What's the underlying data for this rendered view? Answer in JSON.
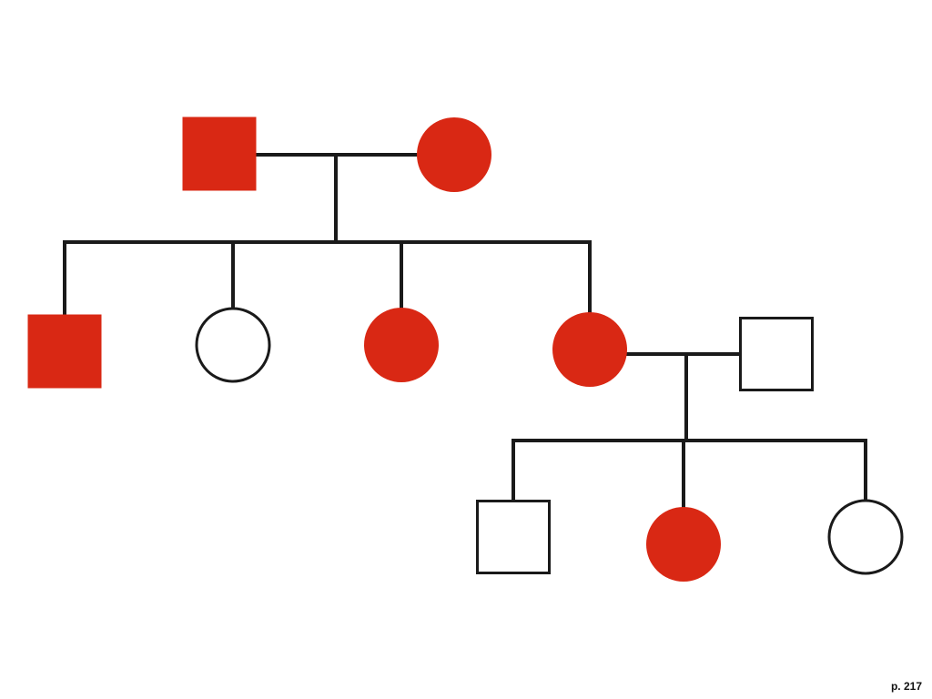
{
  "page": {
    "number_label": "p. 217"
  },
  "colors": {
    "affected": "#d92814",
    "unaffected": "#ffffff",
    "line": "#1a1a1a"
  },
  "pedigree": {
    "generations": [
      {
        "index": 1,
        "individuals": [
          {
            "id": "g1-father",
            "sex": "male",
            "affected": true
          },
          {
            "id": "g1-mother",
            "sex": "female",
            "affected": true
          }
        ]
      },
      {
        "index": 2,
        "individuals": [
          {
            "id": "g2-son",
            "sex": "male",
            "affected": true
          },
          {
            "id": "g2-daughter-1",
            "sex": "female",
            "affected": false
          },
          {
            "id": "g2-daughter-2",
            "sex": "female",
            "affected": true
          },
          {
            "id": "g2-daughter-3",
            "sex": "female",
            "affected": true
          },
          {
            "id": "g2-spouse",
            "sex": "male",
            "affected": false
          }
        ]
      },
      {
        "index": 3,
        "individuals": [
          {
            "id": "g3-son",
            "sex": "male",
            "affected": false
          },
          {
            "id": "g3-daughter-1",
            "sex": "female",
            "affected": true
          },
          {
            "id": "g3-daughter-2",
            "sex": "female",
            "affected": false
          }
        ]
      }
    ],
    "matings": [
      {
        "id": "mating-g1",
        "partners": [
          "g1-father",
          "g1-mother"
        ],
        "children": [
          "g2-son",
          "g2-daughter-1",
          "g2-daughter-2",
          "g2-daughter-3"
        ]
      },
      {
        "id": "mating-g2",
        "partners": [
          "g2-daughter-3",
          "g2-spouse"
        ],
        "children": [
          "g3-son",
          "g3-daughter-1",
          "g3-daughter-2"
        ]
      }
    ]
  }
}
